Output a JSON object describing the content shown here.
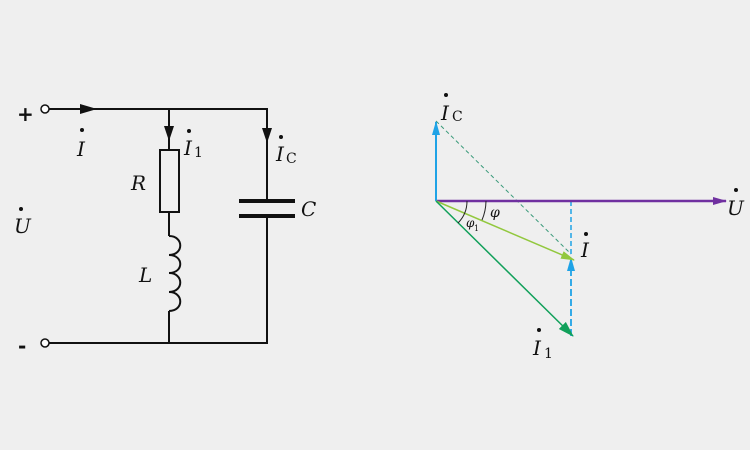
{
  "circuit": {
    "terminal_plus": "+",
    "terminal_minus": "-",
    "voltage_label": "U",
    "total_current_label": "I",
    "branch1_current_label": "I",
    "branch1_current_sub": "1",
    "capacitor_current_label": "I",
    "capacitor_current_sub": "C",
    "resistor_label": "R",
    "inductor_label": "L",
    "capacitor_label": "C"
  },
  "phasor": {
    "ic_label": "I",
    "ic_sub": "C",
    "u_label": "U",
    "i_label": "I",
    "i1_label": "I",
    "i1_sub": "1",
    "phi_label": "φ",
    "phi1_label": "φ",
    "phi1_sub": "1"
  },
  "colors": {
    "background": "#efefef",
    "wire": "#111111",
    "voltage_phasor": "#7030a0",
    "capacitor_current_phasor": "#1fa3e6",
    "total_current_phasor": "#92c83e",
    "branch_current_phasor": "#11a05a",
    "dashed_helper": "#3a9a7a"
  }
}
